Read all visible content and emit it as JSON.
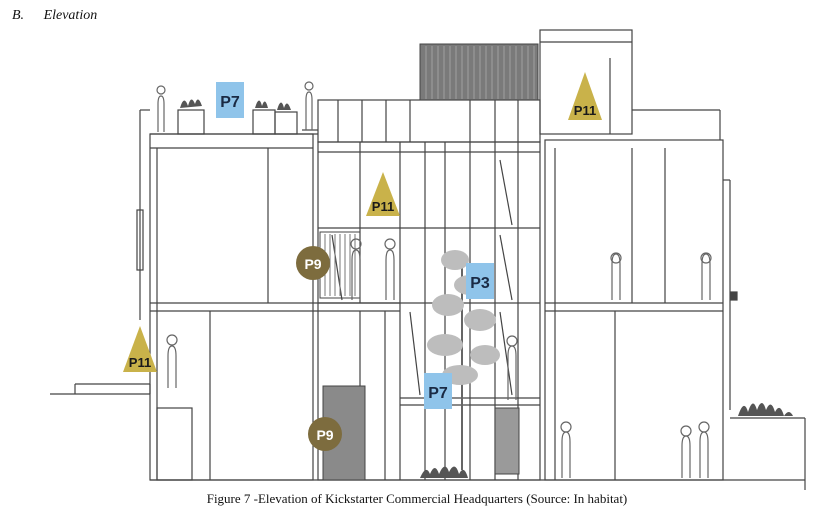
{
  "heading": {
    "number": "B.",
    "title": "Elevation"
  },
  "caption": "Figure 7 -Elevation of Kickstarter Commercial Headquarters (Source: In habitat)",
  "markers": {
    "p7_roof": "P7",
    "p11_roof": "P11",
    "p11_atrium": "P11",
    "p9_upper": "P9",
    "p3": "P3",
    "p11_left": "P11",
    "p7_atrium": "P7",
    "p9_lower": "P9"
  },
  "colors": {
    "line": "#444444",
    "blue_marker": "#8fc4ea",
    "yellow_marker": "#c9b24a",
    "brown_marker": "#7d6c3e",
    "roof_panel": "#7a7a7a"
  }
}
